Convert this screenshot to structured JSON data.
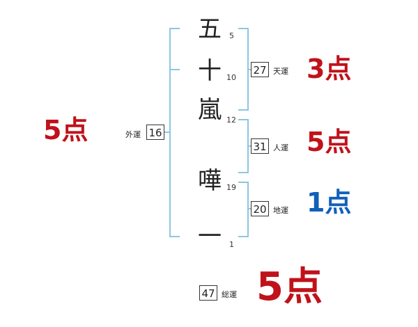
{
  "colors": {
    "bracket": "#8cc6e3",
    "good": "#c0121a",
    "neutral": "#1060b8"
  },
  "name_chars": [
    {
      "char": "五",
      "strokes": "5"
    },
    {
      "char": "十",
      "strokes": "10"
    },
    {
      "char": "嵐",
      "strokes": "12"
    },
    {
      "char": "嘩",
      "strokes": "19"
    },
    {
      "char": "一",
      "strokes": "1"
    }
  ],
  "fortunes": {
    "tenkaku": {
      "value": "27",
      "label": "天運",
      "score": "3点"
    },
    "jinkaku": {
      "value": "31",
      "label": "人運",
      "score": "5点"
    },
    "chikaku": {
      "value": "20",
      "label": "地運",
      "score": "1点"
    },
    "gaikaku": {
      "value": "16",
      "label": "外運",
      "score": "5点"
    },
    "soukaku": {
      "value": "47",
      "label": "総運",
      "score": "5点"
    }
  }
}
